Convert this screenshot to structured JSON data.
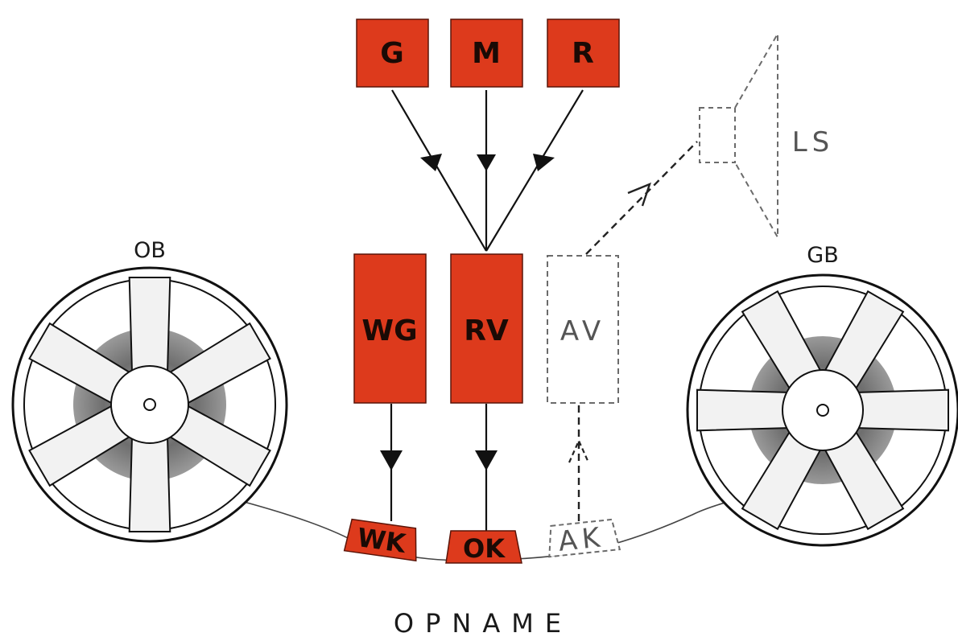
{
  "diagram": {
    "title": "OPNAME",
    "source_boxes": [
      {
        "id": "g",
        "label": "G"
      },
      {
        "id": "m",
        "label": "M"
      },
      {
        "id": "r",
        "label": "R"
      }
    ],
    "mid_boxes": [
      {
        "id": "wg",
        "label": "WG"
      },
      {
        "id": "rv",
        "label": "RV"
      },
      {
        "id": "av",
        "label": "AV"
      }
    ],
    "heads": [
      {
        "id": "wk",
        "label": "WK"
      },
      {
        "id": "ok",
        "label": "OK"
      },
      {
        "id": "ak",
        "label": "AK"
      }
    ],
    "loudspeaker": {
      "label": "LS"
    },
    "reels": [
      {
        "id": "ob",
        "label": "OB"
      },
      {
        "id": "gb",
        "label": "GB"
      }
    ],
    "colors": {
      "active": "#dd3a1c",
      "inactive_stroke": "#6b6b6b",
      "reel_spoke": "#eeeeee",
      "reel_hub": "#8a8a8a"
    }
  }
}
